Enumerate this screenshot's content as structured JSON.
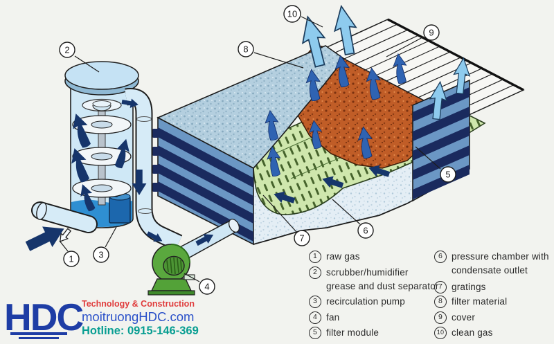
{
  "title": "wet scrubber and biofilter process diagram",
  "legend": {
    "items": [
      {
        "num": "1",
        "label": "raw gas"
      },
      {
        "num": "2",
        "label": "scrubber/humidifier",
        "label2": "grease and dust separator"
      },
      {
        "num": "3",
        "label": "recirculation pump"
      },
      {
        "num": "4",
        "label": "fan"
      },
      {
        "num": "5",
        "label": "filter module"
      },
      {
        "num": "6",
        "label": "pressure chamber with",
        "label2": "condensate outlet"
      },
      {
        "num": "7",
        "label": "gratings"
      },
      {
        "num": "8",
        "label": "filter material"
      },
      {
        "num": "9",
        "label": "cover"
      },
      {
        "num": "10",
        "label": "clean gas"
      }
    ]
  },
  "logo": {
    "name": "HDC",
    "tagline": "Technology & Construction",
    "website": "moitruongHDC.com",
    "hotline": "Hotline: 0915-146-369"
  },
  "colors": {
    "background": "#f2f3ef",
    "navy_arrow": "#16356b",
    "medium_blue_arrow": "#2f63b2",
    "clean_gas_blue": "#8ecbee",
    "filter_orange": "#c05d27",
    "grating_green": "#cfe7ad",
    "fan_green": "#5aa83e",
    "module_blue": "#6b97c4",
    "module_stripe_navy": "#1a2a5e",
    "scrubber_blue": "#cfe8f6",
    "liquid_blue": "#2f8fd2",
    "logo_blue": "#1e3da5",
    "tagline_red": "#e03c3c",
    "website_blue": "#2b51c9",
    "hotline_teal": "#089e92"
  }
}
